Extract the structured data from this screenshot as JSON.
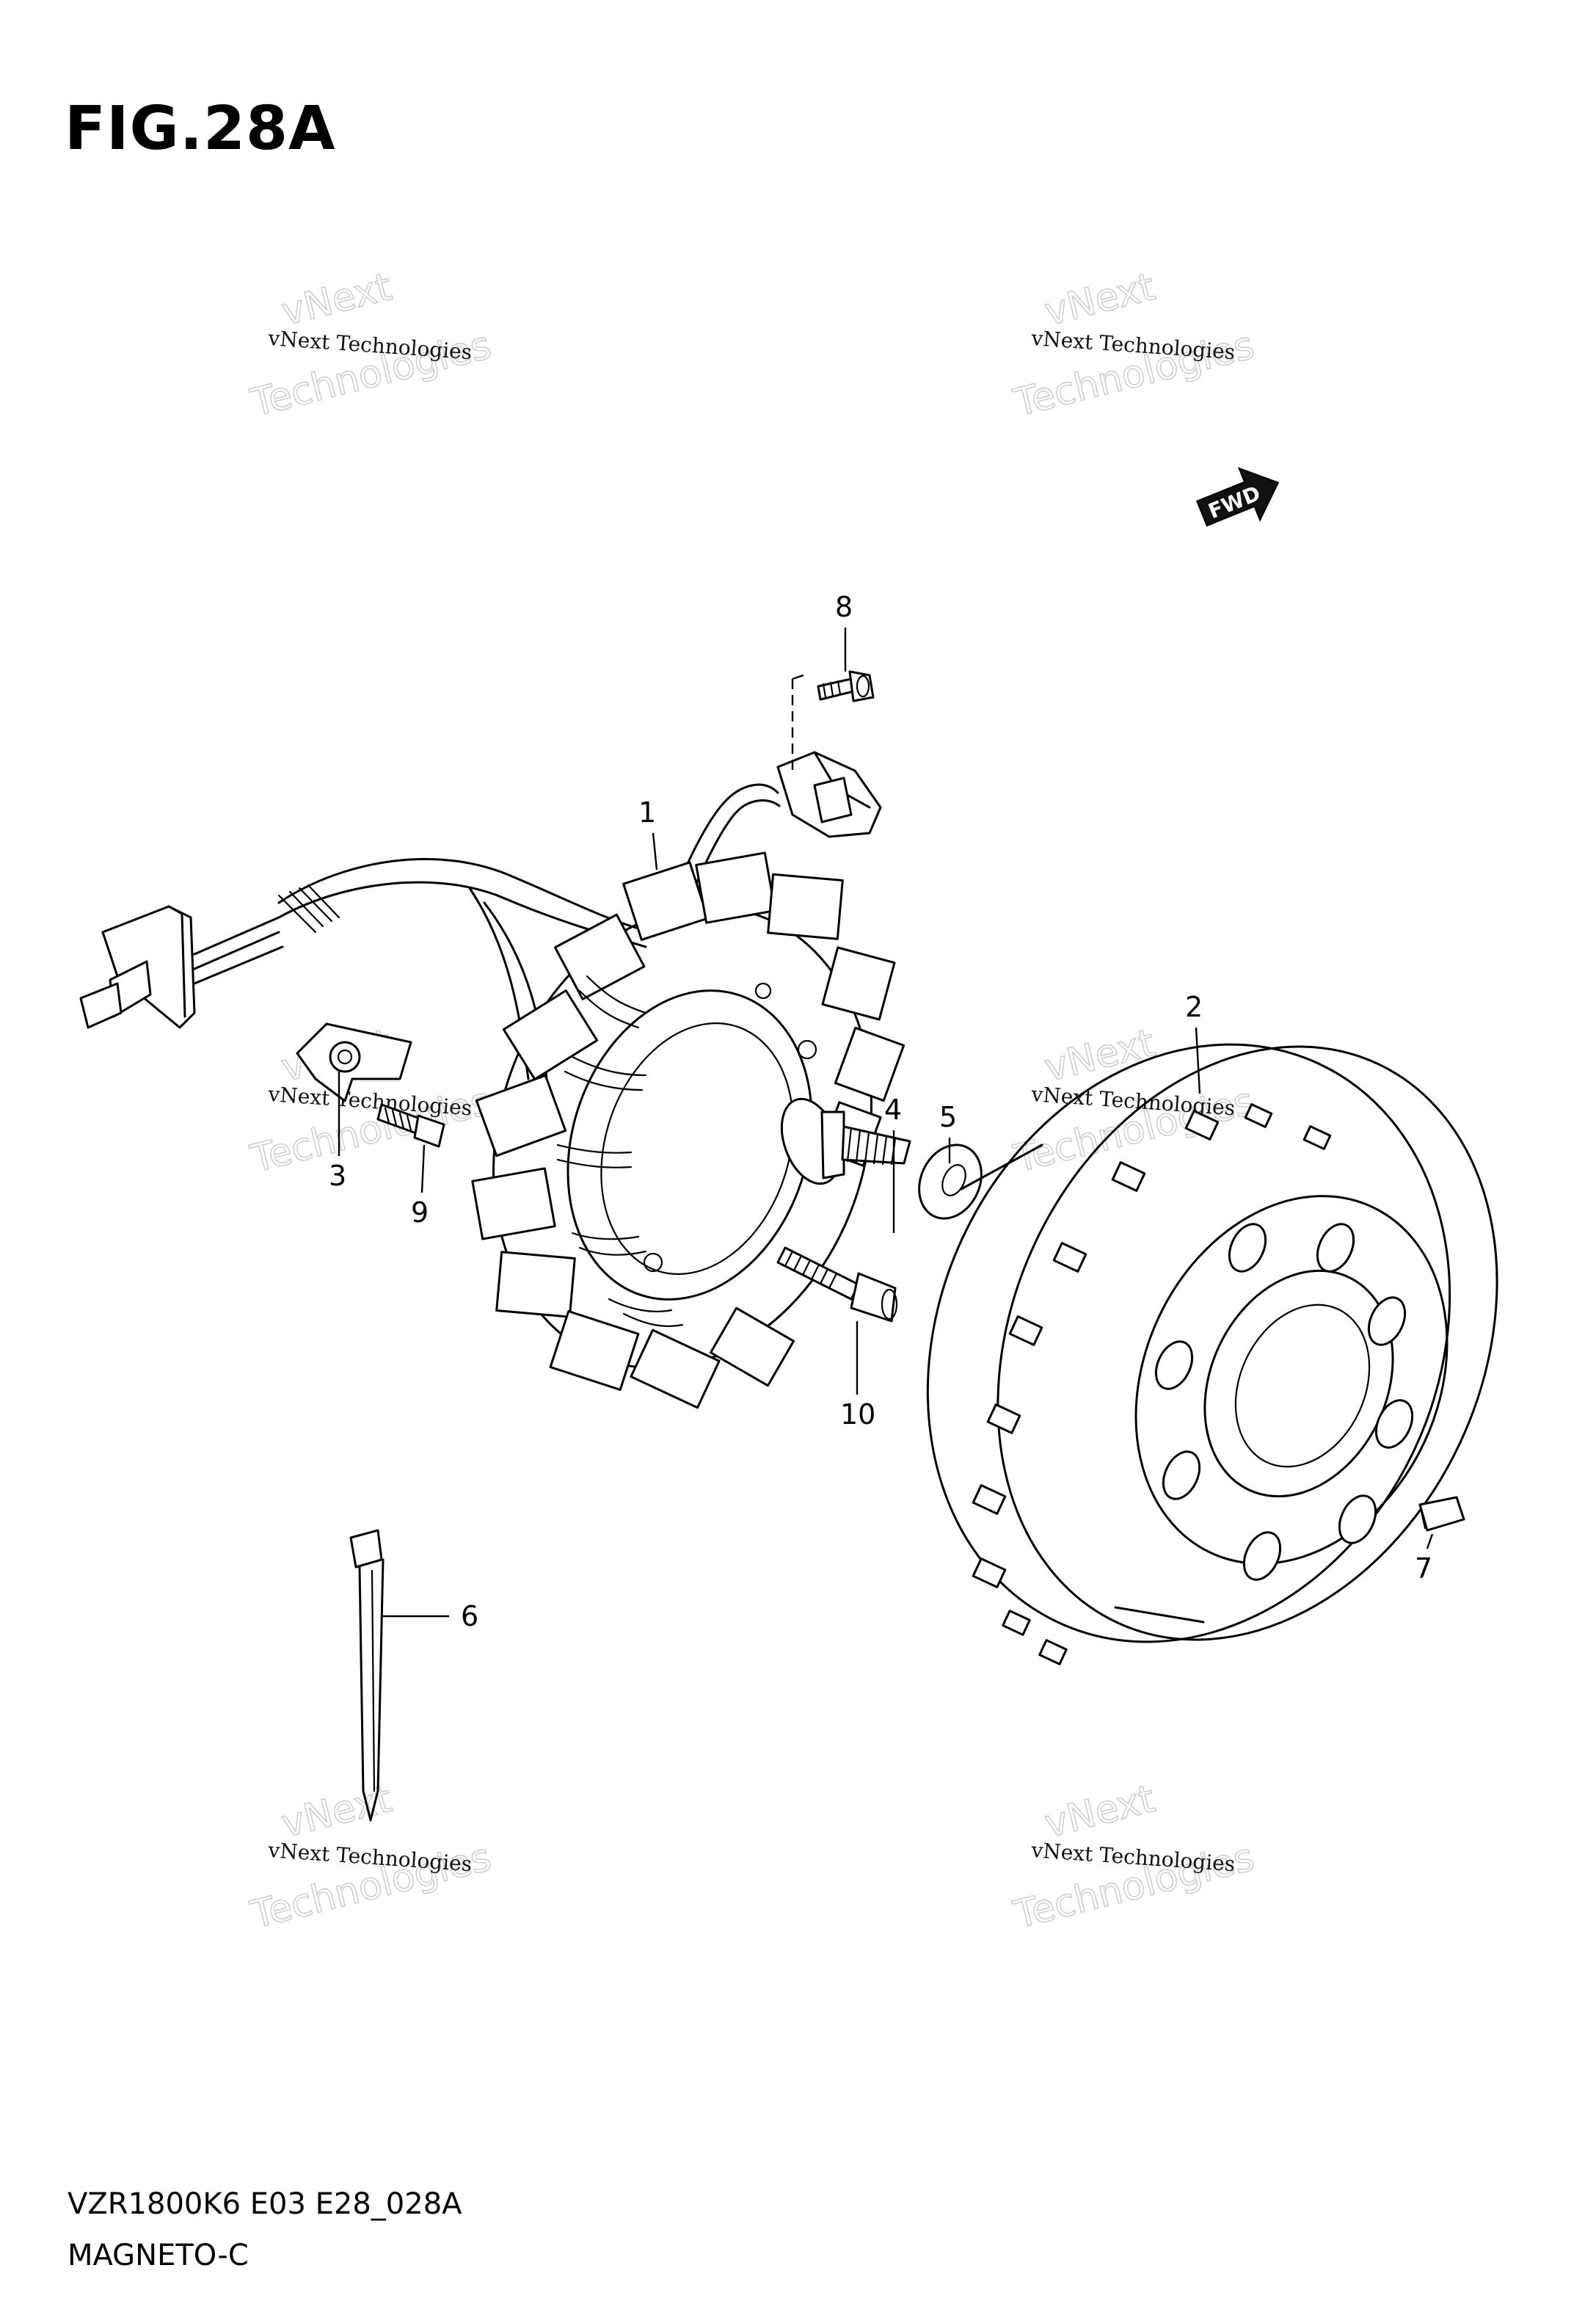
{
  "figure": {
    "title": "FIG.28A"
  },
  "footer": {
    "code": "VZR1800K6 E03 E28_028A",
    "name": "MAGNETO-C"
  },
  "fwd_label": "FWD",
  "watermark": {
    "line1": "vNext Technologies",
    "line2": "vNext",
    "line3": "Technologies"
  },
  "parts": [
    {
      "number": "1",
      "part": "stator-coil"
    },
    {
      "number": "2",
      "part": "rotor"
    },
    {
      "number": "3",
      "part": "clamp"
    },
    {
      "number": "4",
      "part": "rotor-bolt"
    },
    {
      "number": "5",
      "part": "washer"
    },
    {
      "number": "6",
      "part": "cable-tie"
    },
    {
      "number": "7",
      "part": "key"
    },
    {
      "number": "8",
      "part": "bolt"
    },
    {
      "number": "9",
      "part": "bolt"
    },
    {
      "number": "10",
      "part": "stator-bolt"
    }
  ]
}
